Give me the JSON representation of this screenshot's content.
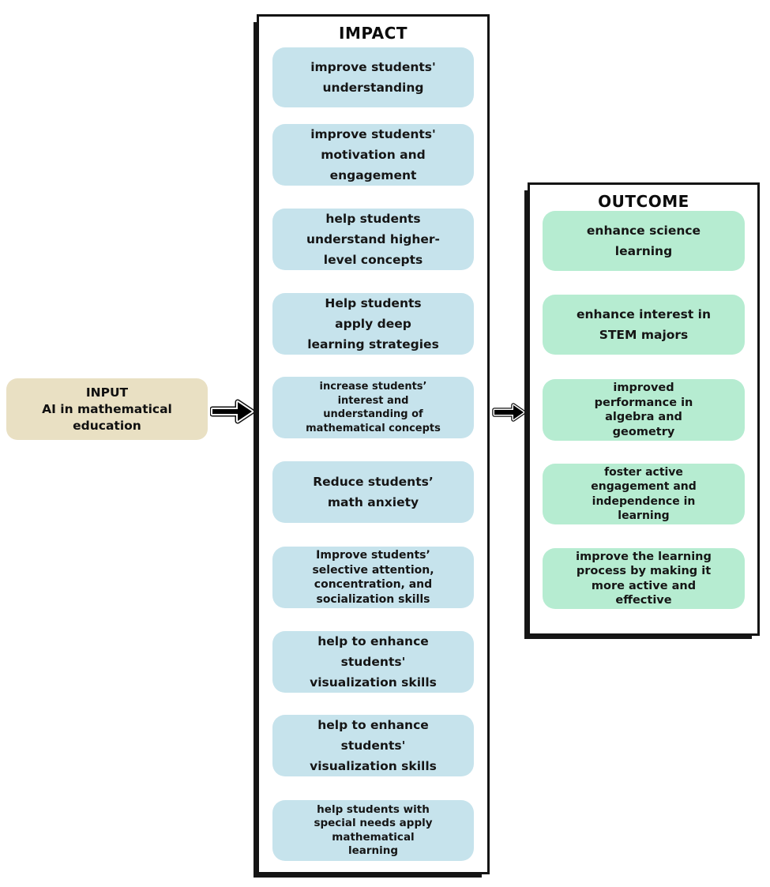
{
  "input": {
    "title": "INPUT",
    "text": "AI in mathematical\neducation"
  },
  "impact": {
    "title": "IMPACT",
    "boxes": [
      {
        "text": "improve students'\nunderstanding"
      },
      {
        "text": "improve students'\nmotivation and\nengagement"
      },
      {
        "text": "help students\nunderstand higher-\nlevel concepts"
      },
      {
        "text": "Help students\napply deep\nlearning strategies"
      },
      {
        "text": "increase students’\ninterest and\nunderstanding of\nmathematical concepts"
      },
      {
        "text": "Reduce students’\nmath anxiety"
      },
      {
        "text": "Improve students’\nselective attention,\nconcentration, and\nsocialization skills"
      },
      {
        "text": "help to enhance\nstudents'\nvisualization skills"
      },
      {
        "text": "help to enhance\nstudents'\nvisualization skills"
      },
      {
        "text": "help students with\nspecial needs apply\nmathematical\nlearning"
      }
    ]
  },
  "outcome": {
    "title": "OUTCOME",
    "boxes": [
      {
        "text": "enhance science\nlearning"
      },
      {
        "text": "enhance interest in\nSTEM majors"
      },
      {
        "text": "improved\nperformance in\nalgebra and\ngeometry"
      },
      {
        "text": "foster active\nengagement and\nindependence in\nlearning"
      },
      {
        "text": "improve the learning\nprocess by making it\nmore active and\neffective"
      }
    ]
  },
  "colors": {
    "input_bg": "#e9e0c3",
    "impact_box_bg": "#c6e3ec",
    "outcome_box_bg": "#b6ecd1",
    "panel_border": "#141414",
    "arrow_fill": "#000000",
    "arrow_outline": "#ffffff",
    "text": "#101010"
  }
}
